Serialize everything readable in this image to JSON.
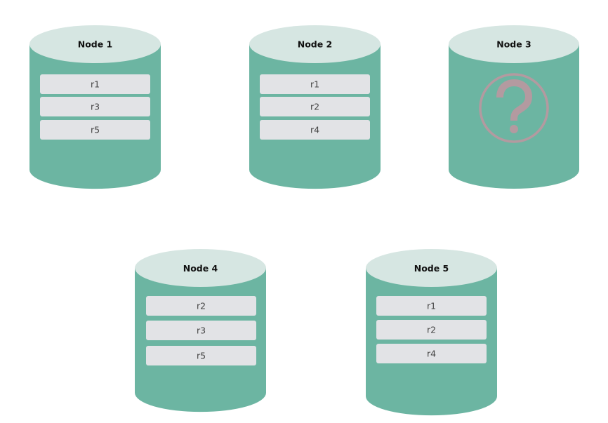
{
  "colors": {
    "cylinder_body": "#6cb5a2",
    "cylinder_top": "#d6e6e2",
    "replica_box": "#e2e3e6",
    "replica_text": "#444444",
    "title_text": "#111111",
    "unknown_icon": "#b39aa0"
  },
  "nodes": [
    {
      "title": "Node 1",
      "replicas": [
        "r1",
        "r3",
        "r5"
      ],
      "status": "ok"
    },
    {
      "title": "Node 2",
      "replicas": [
        "r1",
        "r2",
        "r4"
      ],
      "status": "ok"
    },
    {
      "title": "Node 3",
      "replicas": [],
      "status": "unknown",
      "icon": "question-mark-icon"
    },
    {
      "title": "Node 4",
      "replicas": [
        "r2",
        "r3",
        "r5"
      ],
      "status": "ok"
    },
    {
      "title": "Node 5",
      "replicas": [
        "r1",
        "r2",
        "r4"
      ],
      "status": "ok"
    }
  ]
}
